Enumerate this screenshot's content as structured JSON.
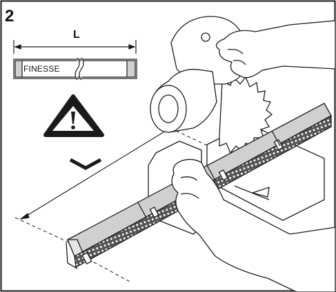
{
  "step_number": "2",
  "length_label": "L",
  "profile_label": "FINESSE",
  "icons": {
    "warning": "warning-triangle-icon",
    "direction": "chevron-down-icon"
  },
  "colors": {
    "line": "#1a1a1a",
    "profile_fill": "#d0d0d0",
    "saw_fill": "#ffffff",
    "background": "#ffffff"
  }
}
